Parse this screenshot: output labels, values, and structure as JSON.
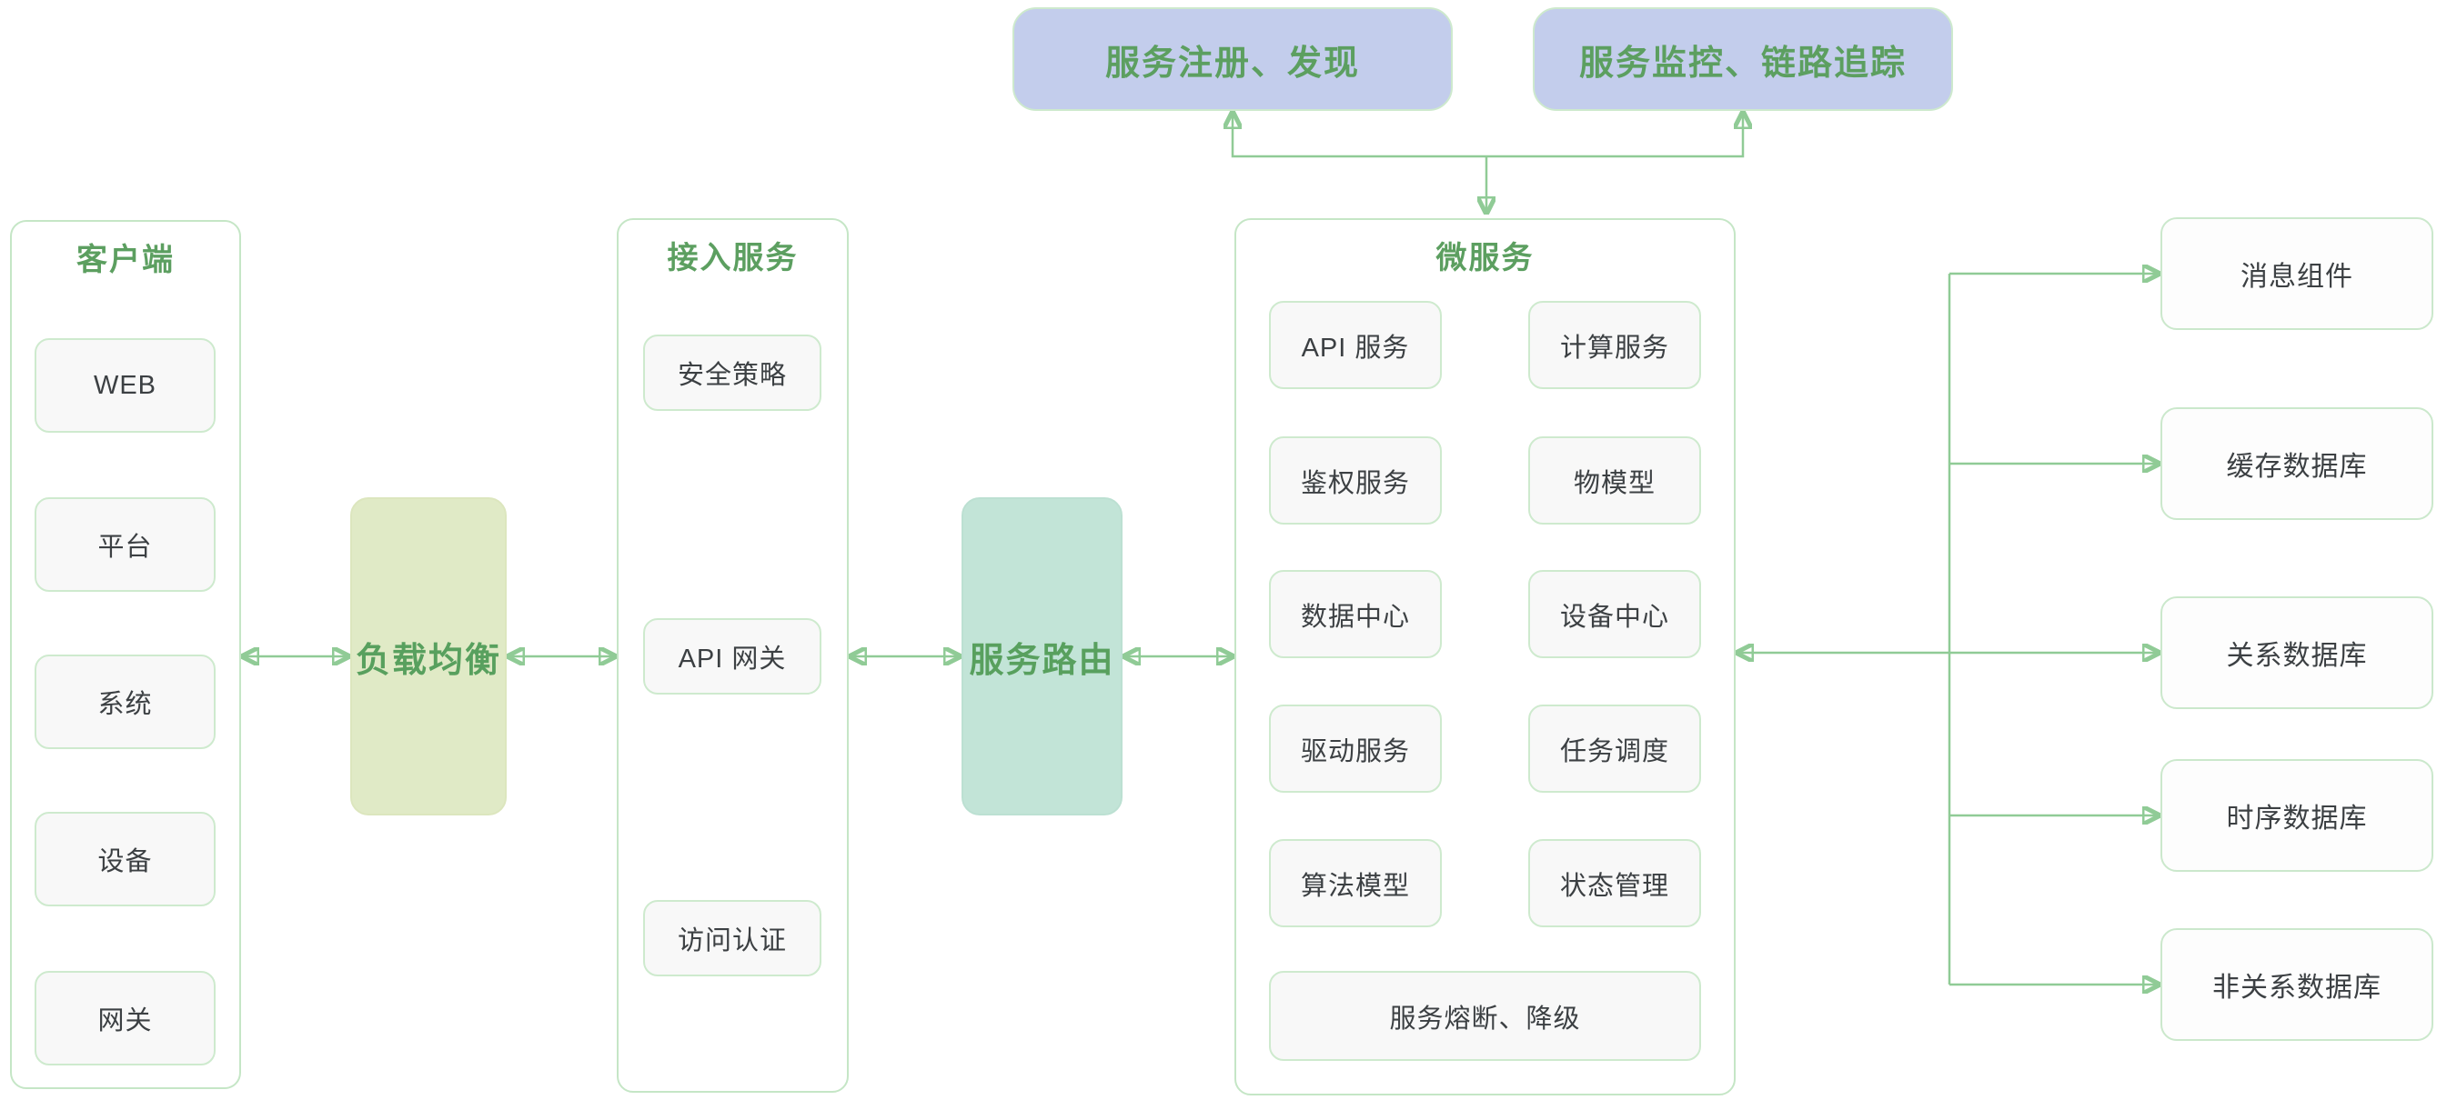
{
  "colors": {
    "green_text": "#5C9F60",
    "arrow_green": "#90CB96",
    "panel_border": "#C5E6C6",
    "node_border": "#CEEACE",
    "node_fill": "#F8F8F8",
    "node_text": "#3C4043",
    "registry_fill": "#C3CDEC",
    "load_balancer_fill": "#E0EAC6",
    "router_fill": "#C2E4D7"
  },
  "top": {
    "registry_label": "服务注册、发现",
    "monitor_label": "服务监控、链路追踪"
  },
  "client": {
    "title": "客户端",
    "items": [
      "WEB",
      "平台",
      "系统",
      "设备",
      "网关"
    ]
  },
  "load_balancer": {
    "label": "负载均衡"
  },
  "access": {
    "title": "接入服务",
    "items": [
      "安全策略",
      "API 网关",
      "访问认证"
    ]
  },
  "router": {
    "label": "服务路由"
  },
  "microservices": {
    "title": "微服务",
    "items": [
      "API 服务",
      "计算服务",
      "鉴权服务",
      "物模型",
      "数据中心",
      "设备中心",
      "驱动服务",
      "任务调度",
      "算法模型",
      "状态管理"
    ],
    "wide_item": "服务熔断、降级"
  },
  "datastores": {
    "items": [
      "消息组件",
      "缓存数据库",
      "关系数据库",
      "时序数据库",
      "非关系数据库"
    ]
  }
}
